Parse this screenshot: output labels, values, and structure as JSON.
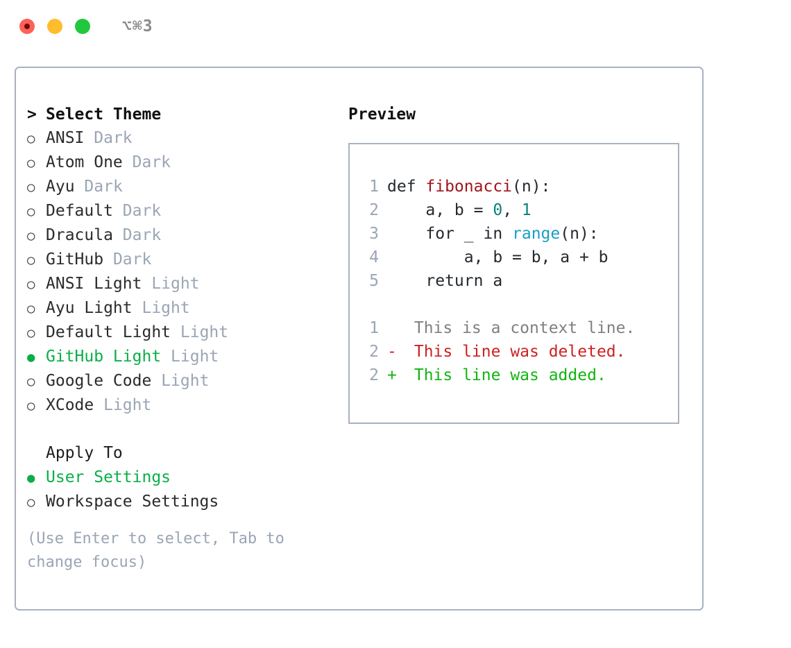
{
  "window": {
    "title": "⌥⌘3",
    "traffic_lights": [
      {
        "name": "close",
        "color": "#ff6058"
      },
      {
        "name": "minimize",
        "color": "#ffbd2e"
      },
      {
        "name": "maximize",
        "color": "#21c83d"
      }
    ]
  },
  "theme_selector": {
    "caret": ">",
    "heading": "Select Theme",
    "bullet_unselected": "○",
    "bullet_selected": "●",
    "options": [
      {
        "label": "ANSI",
        "badge": "Dark",
        "selected": false
      },
      {
        "label": "Atom One",
        "badge": "Dark",
        "selected": false
      },
      {
        "label": "Ayu",
        "badge": "Dark",
        "selected": false
      },
      {
        "label": "Default",
        "badge": "Dark",
        "selected": false
      },
      {
        "label": "Dracula",
        "badge": "Dark",
        "selected": false
      },
      {
        "label": "GitHub",
        "badge": "Dark",
        "selected": false
      },
      {
        "label": "ANSI Light",
        "badge": "Light",
        "selected": false
      },
      {
        "label": "Ayu Light",
        "badge": "Light",
        "selected": false
      },
      {
        "label": "Default Light",
        "badge": "Light",
        "selected": false
      },
      {
        "label": "GitHub Light",
        "badge": "Light",
        "selected": true
      },
      {
        "label": "Google Code",
        "badge": "Light",
        "selected": false
      },
      {
        "label": "XCode",
        "badge": "Light",
        "selected": false
      }
    ]
  },
  "apply_to": {
    "heading": "Apply To",
    "options": [
      {
        "label": "User Settings",
        "selected": true
      },
      {
        "label": "Workspace Settings",
        "selected": false
      }
    ]
  },
  "hint": "(Use Enter to select, Tab to change focus)",
  "preview": {
    "title": "Preview",
    "code_lines": [
      {
        "number": "1",
        "tokens": [
          {
            "text": "def ",
            "type": "plain"
          },
          {
            "text": "fibonacci",
            "type": "function"
          },
          {
            "text": "(n):",
            "type": "plain"
          }
        ]
      },
      {
        "number": "2",
        "tokens": [
          {
            "text": "    a, b = ",
            "type": "plain"
          },
          {
            "text": "0",
            "type": "number"
          },
          {
            "text": ", ",
            "type": "plain"
          },
          {
            "text": "1",
            "type": "number"
          }
        ]
      },
      {
        "number": "3",
        "tokens": [
          {
            "text": "    for _ in ",
            "type": "plain"
          },
          {
            "text": "range",
            "type": "builtin"
          },
          {
            "text": "(n):",
            "type": "plain"
          }
        ]
      },
      {
        "number": "4",
        "tokens": [
          {
            "text": "        a, b = b, a + b",
            "type": "plain"
          }
        ]
      },
      {
        "number": "5",
        "tokens": [
          {
            "text": "    return a",
            "type": "plain"
          }
        ]
      }
    ],
    "diff_lines": [
      {
        "number": "1",
        "mark": " ",
        "text": " This is a context line.",
        "kind": "context"
      },
      {
        "number": "2",
        "mark": "-",
        "text": " This line was deleted.",
        "kind": "deletion"
      },
      {
        "number": "2",
        "mark": "+",
        "text": " This line was added.",
        "kind": "addition"
      }
    ]
  },
  "colors": {
    "accent_green": "#0aae48",
    "badge_gray": "#9aa5b5",
    "border": "#a9b2c0",
    "function_red": "#a1141d",
    "number_teal": "#0a8080",
    "builtin_blue": "#1b9ec7",
    "diff_add": "#11b511",
    "diff_del": "#cc2222",
    "diff_context": "#808080"
  }
}
